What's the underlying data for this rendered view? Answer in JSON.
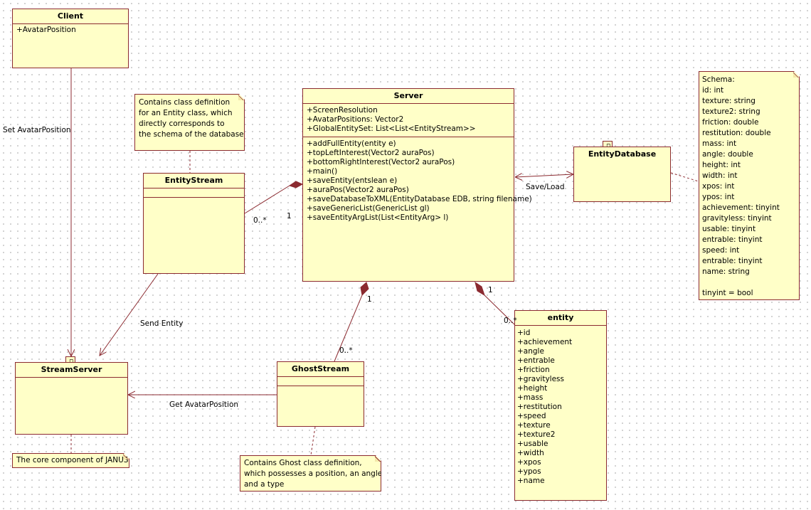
{
  "classes": {
    "client": {
      "name": "Client",
      "attributes": [
        "+AvatarPosition"
      ]
    },
    "server": {
      "name": "Server",
      "attributes": [
        "+ScreenResolution",
        "+AvatarPositions: Vector2",
        "+GlobalEntitySet: List<List<EntityStream>>"
      ],
      "operations": [
        "+addFullEntity(entity e)",
        "+topLeftInterest(Vector2 auraPos)",
        "+bottomRightInterest(Vector2 auraPos)",
        "+main()",
        "+saveEntity(entslean e)",
        "+auraPos(Vector2 auraPos)",
        "+saveDatabaseToXML(EntityDatabase EDB, string filename)",
        "+saveGenericList(GenericList gl)",
        "+saveEntityArgList(List<EntityArg> l)"
      ]
    },
    "entity_stream": {
      "name": "EntityStream"
    },
    "ghost_stream": {
      "name": "GhostStream"
    },
    "entity": {
      "name": "entity",
      "attributes": [
        "+id",
        "+achievement",
        "+angle",
        "+entrable",
        "+friction",
        "+gravityless",
        "+height",
        "+mass",
        "+restitution",
        "+speed",
        "+texture",
        "+texture2",
        "+usable",
        "+width",
        "+xpos",
        "+ypos",
        "+name"
      ]
    }
  },
  "packages": {
    "entity_database": {
      "name": "EntityDatabase"
    },
    "stream_server": {
      "name": "StreamServer"
    }
  },
  "notes": {
    "entity_stream_note": [
      "Contains class definition",
      "for an Entity class, which",
      "directly corresponds to",
      "the schema of the database"
    ],
    "schema_note": [
      "Schema:",
      "id: int",
      "texture: string",
      "texture2: string",
      "friction: double",
      "restitution: double",
      "mass: int",
      "angle: double",
      "height: int",
      "width: int",
      "xpos: int",
      "ypos: int",
      "achievement: tinyint",
      "gravityless: tinyint",
      "usable: tinyint",
      "entrable: tinyint",
      "speed: int",
      "entrable: tinyint",
      "name: string",
      "",
      "tinyint = bool"
    ],
    "ghost_note": [
      "Contains Ghost class definition,",
      "which possesses a position, an angle,",
      "and a type"
    ],
    "stream_server_note": "The core component of JANUS"
  },
  "edges": {
    "set_avatar_position": "Set AvatarPosition",
    "send_entity": "Send Entity",
    "get_avatar_position": "Get AvatarPosition",
    "save_load": "Save/Load",
    "es_multiplicity_many": "0..*",
    "es_multiplicity_one": "1",
    "gs_multiplicity_one": "1",
    "gs_multiplicity_many": "0..*",
    "entity_multiplicity_one": "1",
    "entity_multiplicity_many": "0..*"
  },
  "colors": {
    "fill": "#ffffc8",
    "border": "#8b2a30",
    "line": "#8b2a30"
  }
}
